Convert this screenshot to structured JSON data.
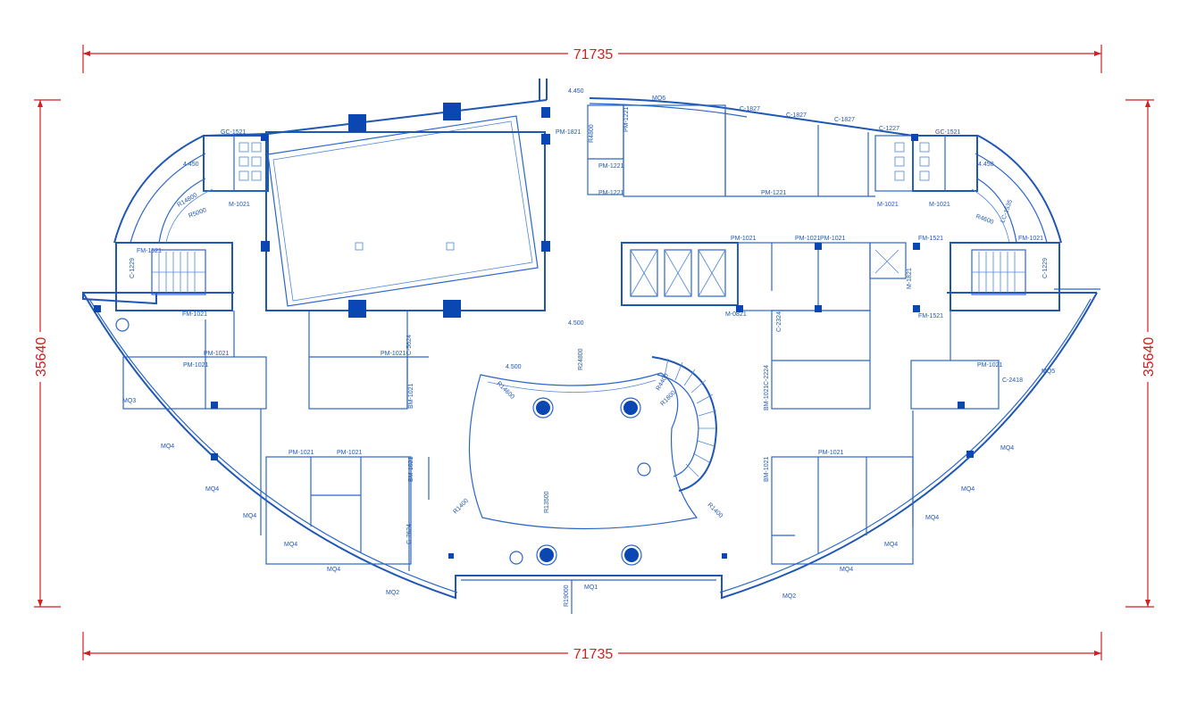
{
  "dimensions": {
    "top_width": "71735",
    "bottom_width": "71735",
    "left_height": "35640",
    "right_height": "35640"
  },
  "levels": {
    "top": "4.450",
    "left_wing": "4.450",
    "right_wing": "4.450",
    "center": "4.500",
    "atrium": "4.500"
  },
  "labels": {
    "gc_left": "GC-1521",
    "gc_right": "GC-1521",
    "mq6": "MQ6",
    "c1827_a": "C-1827",
    "c1827_b": "C-1827",
    "c1827_c": "C-1827",
    "c1227": "C-1227",
    "pm1821": "PM-1821",
    "pm1221_a": "PM-1221",
    "pm1221_b": "PM-1221",
    "pm1221_c": "PM-1221",
    "pm1221_d": "PM-1221",
    "m1021_l": "M-1021",
    "m1021_r1": "M-1021",
    "m1021_r2": "M-1021",
    "fm1521_l": "FM-1521",
    "fm1521_r1": "FM-1521",
    "fm1521_r2": "FM-1521",
    "fm1021_r": "FM-1021",
    "fm1021_l": "FM-1021",
    "c1229_l": "C-1229",
    "c1229_r": "C-1229",
    "pm1021_list": [
      "PM-1021",
      "PM-1021",
      "PM-1021",
      "PM-1021",
      "PM-1021",
      "PM-1021",
      "PM-1021",
      "PM-1021",
      "PM-1021",
      "PM-1021"
    ],
    "c5624": "C-5624",
    "c2324": "C-2324",
    "c2224": "C-2224",
    "c2418": "C-2418",
    "c7624": "C-7624",
    "bm1021_list": [
      "BM-1021",
      "BM-1021",
      "BM-1021",
      "BM-1021"
    ],
    "mq1": "MQ1",
    "mq2_l": "MQ2",
    "mq2_r": "MQ2",
    "mq3": "MQ3",
    "mq4_list": [
      "MQ4",
      "MQ4",
      "MQ4",
      "MQ4",
      "MQ4",
      "MQ4",
      "MQ4",
      "MQ4",
      "MQ4",
      "MQ4"
    ],
    "mq5": "MQ5",
    "r24800": "R24800",
    "r14600": "R14600",
    "r13500": "R13500",
    "r19000": "R19000",
    "r4400": "R4400",
    "r1800": "R1800",
    "r5000": "R5000",
    "r4600": "R4600",
    "r1400_l": "R1400",
    "r1400_r": "R1400",
    "r14800": "R14800",
    "r4800": "R4800",
    "lc1535": "LC-1535",
    "m0821": "M-0821",
    "m1821": "M-1821"
  },
  "colors": {
    "linework": "#1f57b4",
    "dimension": "#d21f1f",
    "column": "#0b47b3",
    "background": "#ffffff"
  }
}
